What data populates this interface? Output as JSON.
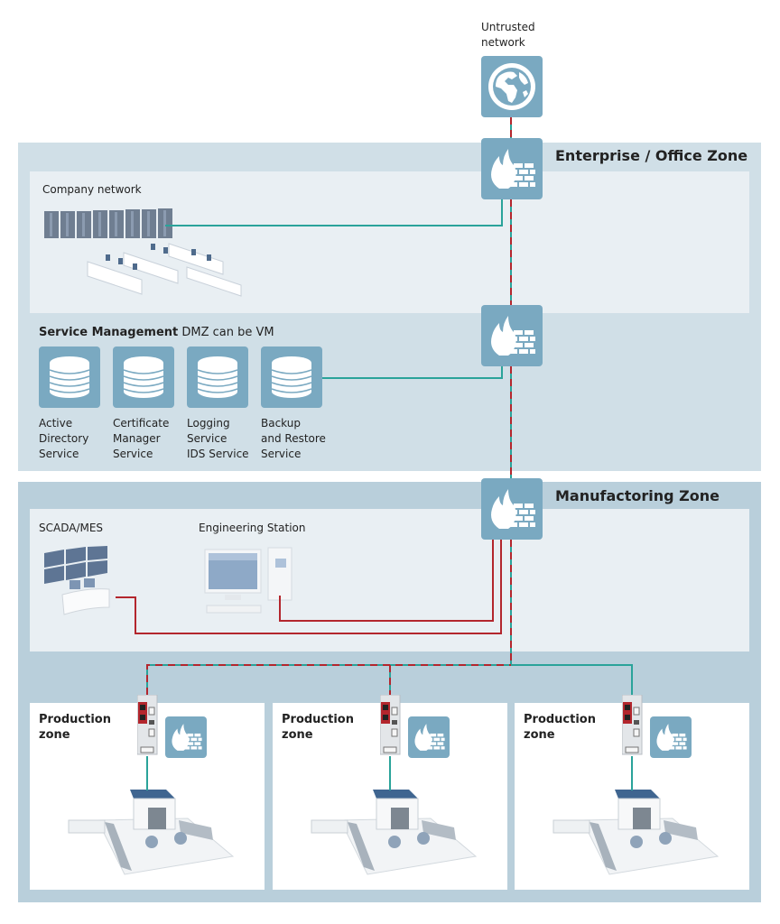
{
  "untrusted": {
    "label_line1": "Untrusted",
    "label_line2": "network",
    "icon": "globe-icon"
  },
  "enterprise_zone": {
    "title": "Enterprise / Office Zone",
    "company_network": {
      "label": "Company network"
    },
    "service_management": {
      "title_bold": "Service Management",
      "title_rest": " DMZ can be VM",
      "services": [
        {
          "lines": [
            "Active",
            "Directory",
            "Service"
          ],
          "icon": "database-icon"
        },
        {
          "lines": [
            "Certificate",
            "Manager",
            "Service"
          ],
          "icon": "database-icon"
        },
        {
          "lines": [
            "Logging",
            "Service",
            "IDS Service"
          ],
          "icon": "database-icon"
        },
        {
          "lines": [
            "Backup",
            "and Restore",
            "Service"
          ],
          "icon": "database-icon"
        }
      ]
    }
  },
  "manufacturing_zone": {
    "title": "Manufactoring Zone",
    "scada": {
      "label": "SCADA/MES"
    },
    "engineering": {
      "label": "Engineering Station"
    },
    "production_zones": [
      {
        "line1": "Production",
        "line2": "zone"
      },
      {
        "line1": "Production",
        "line2": "zone"
      },
      {
        "line1": "Production",
        "line2": "zone"
      }
    ]
  },
  "colors": {
    "tile": "#7aa9c1",
    "enterprise_bg": "#d0dfe7",
    "manufacturing_bg": "#b9cfdb",
    "inner_bg": "#e9eff3",
    "line_teal": "#2aa39a",
    "line_red": "#b3262d"
  }
}
